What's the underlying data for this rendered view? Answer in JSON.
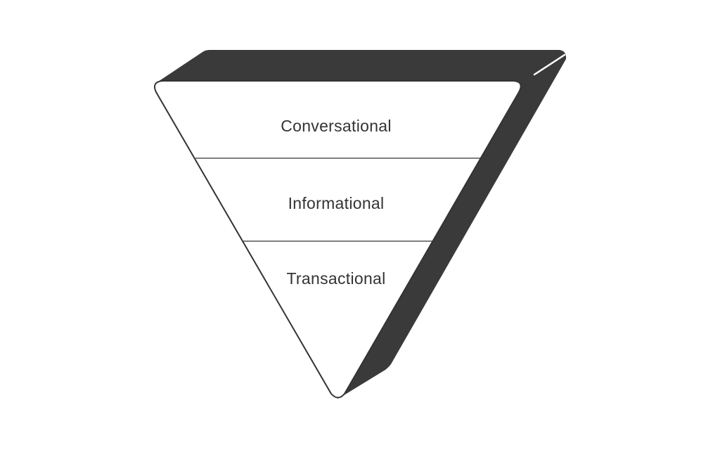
{
  "funnel": {
    "levels": [
      {
        "label": "Conversational"
      },
      {
        "label": "Informational"
      },
      {
        "label": "Transactional"
      }
    ],
    "colors": {
      "shadow": "#3a3a3a",
      "outline": "#333333",
      "fill": "#ffffff"
    }
  }
}
